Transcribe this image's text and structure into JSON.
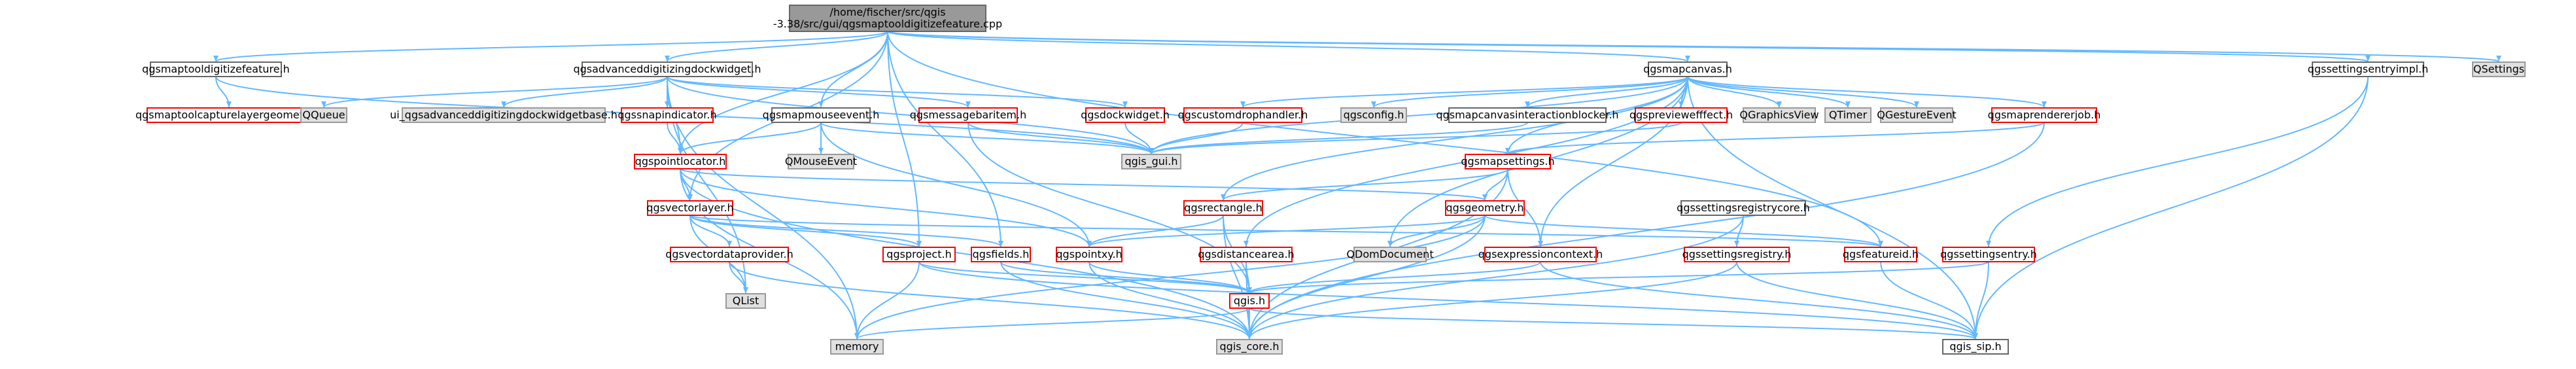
{
  "graph": {
    "root": {
      "label_line1": "/home/fischer/src/qgis",
      "label_line2": "-3.38/src/gui/qgsmaptooldigitizefeature.cpp"
    },
    "nodes": [
      {
        "id": "qgsmaptooldigitizefeature_h",
        "label": "qgsmaptooldigitizefeature.h",
        "style": "white"
      },
      {
        "id": "qgsmaptoolcapturelayergeometry_h",
        "label": "qgsmaptoolcapturelayergeometry.h",
        "style": "red"
      },
      {
        "id": "qgsadvanceddigitizingdockwidget_h",
        "label": "qgsadvanceddigitizingdockwidget.h",
        "style": "white"
      },
      {
        "id": "QQueue",
        "label": "QQueue",
        "style": "grey"
      },
      {
        "id": "ui_qgsadvanceddigitizingdockwidgetbase_h",
        "label": "ui_qgsadvanceddigitizingdockwidgetbase.h",
        "style": "grey"
      },
      {
        "id": "qgsmapcanvas_h",
        "label": "qgsmapcanvas.h",
        "style": "white"
      },
      {
        "id": "qgssettingsentryimpl_h",
        "label": "qgssettingsentryimpl.h",
        "style": "white"
      },
      {
        "id": "QSettings",
        "label": "QSettings",
        "style": "grey"
      },
      {
        "id": "qgssnapindicator_h",
        "label": "qgssnapindicator.h",
        "style": "red"
      },
      {
        "id": "qgsmapmouseevent_h",
        "label": "qgsmapmouseevent.h",
        "style": "white"
      },
      {
        "id": "qgsmessagebaritem_h",
        "label": "qgsmessagebaritem.h",
        "style": "red"
      },
      {
        "id": "qgsdockwidget_h",
        "label": "qgsdockwidget.h",
        "style": "red"
      },
      {
        "id": "qgscustomdrophandler_h",
        "label": "qgscustomdrophandler.h",
        "style": "red"
      },
      {
        "id": "qgsconfig_h",
        "label": "qgsconfig.h",
        "style": "grey"
      },
      {
        "id": "qgsmapcanvasinteractionblocker_h",
        "label": "qgsmapcanvasinteractionblocker.h",
        "style": "white"
      },
      {
        "id": "qgspreviewefffect_h",
        "label": "qgspreviewefffect.h",
        "style": "red"
      },
      {
        "id": "QGraphicsView",
        "label": "QGraphicsView",
        "style": "grey"
      },
      {
        "id": "QTimer",
        "label": "QTimer",
        "style": "grey"
      },
      {
        "id": "QGestureEvent",
        "label": "QGestureEvent",
        "style": "grey"
      },
      {
        "id": "qgsmaprendererjob_h",
        "label": "qgsmaprendererjob.h",
        "style": "red"
      },
      {
        "id": "QMouseEvent",
        "label": "QMouseEvent",
        "style": "grey"
      },
      {
        "id": "qgs_gui_h",
        "label": "qgis_gui.h",
        "style": "grey"
      },
      {
        "id": "qgspointlocator_h",
        "label": "qgspointlocator.h",
        "style": "red"
      },
      {
        "id": "qgsmapsettings_h",
        "label": "qgsmapsettings.h",
        "style": "red"
      },
      {
        "id": "qgsvectorlayer_h",
        "label": "qgsvectorlayer.h",
        "style": "red"
      },
      {
        "id": "qgsrectangle_h",
        "label": "qgsrectangle.h",
        "style": "red"
      },
      {
        "id": "qgsgeometry_h",
        "label": "qgsgeometry.h",
        "style": "red"
      },
      {
        "id": "qgssettingsregistrycore_h",
        "label": "qgssettingsregistrycore.h",
        "style": "white"
      },
      {
        "id": "qgsvectordataprovider_h",
        "label": "qgsvectordataprovider.h",
        "style": "red"
      },
      {
        "id": "qgsproject_h",
        "label": "qgsproject.h",
        "style": "red"
      },
      {
        "id": "qgsfields_h",
        "label": "qgsfields.h",
        "style": "red"
      },
      {
        "id": "qgspointxy_h",
        "label": "qgspointxy.h",
        "style": "red"
      },
      {
        "id": "qgsdistancearea_h",
        "label": "qgsdistancearea.h",
        "style": "red"
      },
      {
        "id": "QDomDocument",
        "label": "QDomDocument",
        "style": "grey"
      },
      {
        "id": "qgsexpressioncontext_h",
        "label": "qgsexpressioncontext.h",
        "style": "red"
      },
      {
        "id": "qgssettingsregistry_h",
        "label": "qgssettingsregistry.h",
        "style": "red"
      },
      {
        "id": "qgsfeatureid_h",
        "label": "qgsfeatureid.h",
        "style": "red"
      },
      {
        "id": "qgssettingsentry_h",
        "label": "qgssettingsentry.h",
        "style": "red"
      },
      {
        "id": "QList",
        "label": "QList",
        "style": "grey"
      },
      {
        "id": "qgis_h",
        "label": "qgis.h",
        "style": "red"
      },
      {
        "id": "memory",
        "label": "memory",
        "style": "grey"
      },
      {
        "id": "qgis_core_h",
        "label": "qgis_core.h",
        "style": "grey"
      },
      {
        "id": "qgis_sip_h",
        "label": "qgis_sip.h",
        "style": "white"
      }
    ]
  }
}
